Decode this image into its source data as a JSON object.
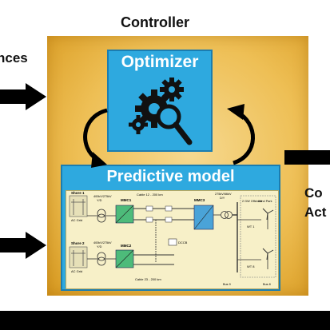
{
  "title": "Controller",
  "optimizer": {
    "label": "Optimizer",
    "icon": "gears-magnifier-icon"
  },
  "predictive": {
    "label": "Predictive model"
  },
  "left_label_top": "nces",
  "right_label_line1": "Co",
  "right_label_line2": "Act",
  "schematic": {
    "shore1": "Shore 1",
    "shore1_grid": "AC Grid",
    "shore2": "Shore 2",
    "shore2_grid": "AC Grid",
    "tx1": "400kV/275kV",
    "tx1b": "Y/D",
    "tx2": "400kV/275kV",
    "tx2b": "Y/D",
    "mmc1": "MMC1",
    "mmc2": "MMC2",
    "mmc3": "MMC3",
    "cable12": "Cable 12 - 200 km",
    "cable23": "Cable 23 - 200 km",
    "dcbus": "DCCB",
    "wind_park": "Wind Park",
    "offshore": "2 GW Offshore",
    "tx3": "275kV/66kV",
    "tx3b": "D/Y",
    "wt1": "WT 1",
    "wt2": "WT 8",
    "bus9": "Bus 9",
    "bus8": "Bus 8",
    "colors": {
      "panel": "#eebf55",
      "box": "#2ea9df",
      "arrow": "#000000",
      "schematic_bg": "#f7f0c8"
    }
  }
}
